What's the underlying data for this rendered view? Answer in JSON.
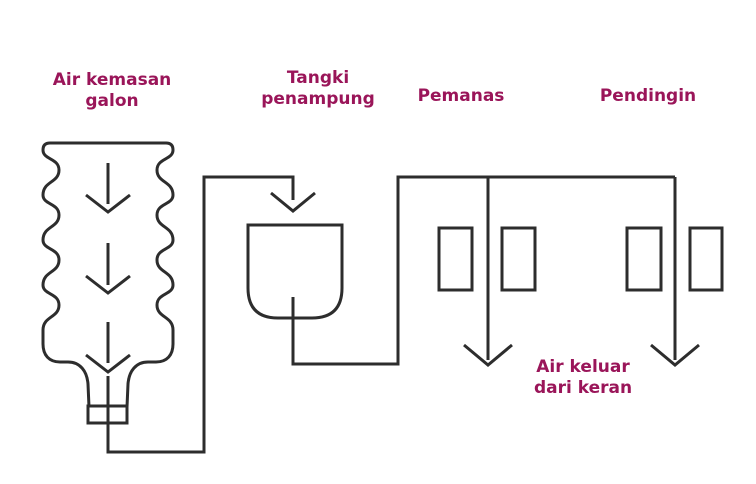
{
  "labels": {
    "source": {
      "line1": "Air kemasan",
      "line2": "galon"
    },
    "tank": {
      "line1": "Tangki",
      "line2": "penampung"
    },
    "heater": "Pemanas",
    "cooler": "Pendingin",
    "output": {
      "line1": "Air keluar",
      "line2": "dari keran"
    }
  },
  "colors": {
    "background": "#ffffff",
    "line": "#2d2d2d",
    "label_text": "#9a1559"
  }
}
